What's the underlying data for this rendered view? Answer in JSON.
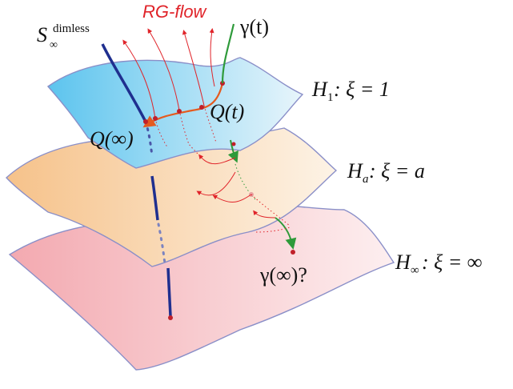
{
  "labels": {
    "rg_flow": "RG-flow",
    "s_infinity": {
      "main": "S",
      "sup": "dimless",
      "sub": "∞"
    },
    "gamma_t": "γ(t)",
    "q_t": "Q(t)",
    "q_inf": "Q(∞)",
    "gamma_inf": "γ(∞)?",
    "h1": {
      "main": "H",
      "sub": "1",
      "rest": " : ξ = 1"
    },
    "ha": {
      "main": "H",
      "sub": "a",
      "rest": " : ξ = a"
    },
    "hinf": {
      "main": "H",
      "sub": "∞",
      "rest": " : ξ = ∞"
    }
  },
  "colors": {
    "blue_curve": "#1f2f8f",
    "green_curve": "#2e9a3a",
    "red_flow": "#e0242a",
    "orange_curve": "#e55a1f",
    "sheet_h1": "#7fd0ef",
    "sheet_ha": "#f6c98e",
    "sheet_hinf": "#f3b3b8",
    "sheet_border": "#8a8fc8"
  }
}
